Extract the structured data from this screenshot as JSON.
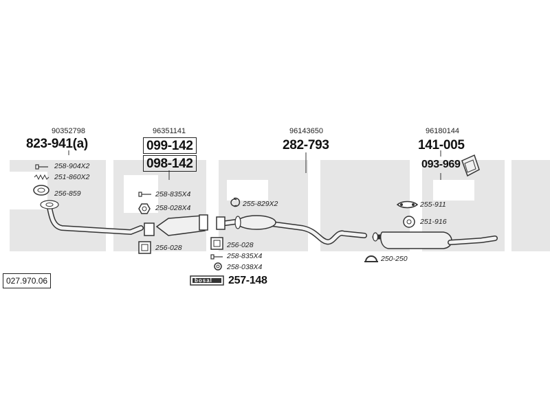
{
  "reference_number": "027.970.06",
  "watermark_text": "bosal",
  "groups": [
    {
      "oe_number": "90352798",
      "main_number": "823-941(a)"
    },
    {
      "oe_number": "96351141",
      "main_number": "099-142",
      "secondary_number": "098-142"
    },
    {
      "oe_number": "96143650",
      "main_number": "282-793"
    },
    {
      "oe_number": "96180144",
      "main_number": "141-005",
      "secondary_number": "093-969"
    }
  ],
  "parts": {
    "p1": "258-904X2",
    "p2": "251-860X2",
    "p3": "256-859",
    "p4": "258-835X4",
    "p5": "258-028X4",
    "p6": "256-028",
    "p7": "256-028",
    "p8": "258-835X4",
    "p9": "258-038X4",
    "p10": "255-829X2",
    "p11": "255-911",
    "p12": "251-916",
    "p13": "250-250"
  },
  "kit": {
    "logo_text": "bosal",
    "number": "257-148"
  }
}
